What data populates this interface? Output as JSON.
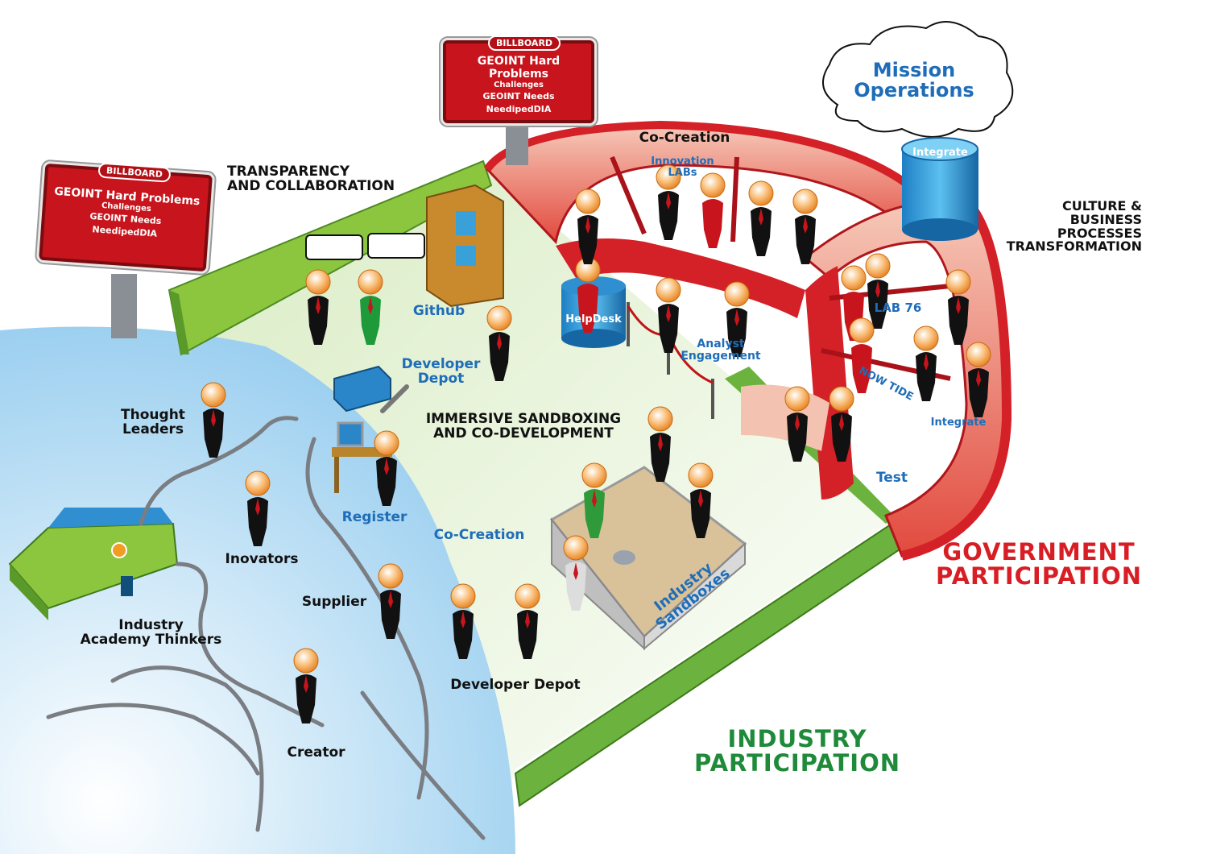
{
  "billboards": [
    {
      "tag": "BILLBOARD",
      "title": "GEOINT Hard Problems",
      "line2": "Challenges",
      "line3": "GEOINT Needs",
      "line4": "NeedipedDIA"
    },
    {
      "tag": "BILLBOARD",
      "title": "GEOINT Hard Problems",
      "line2": "Challenges",
      "line3": "GEOINT Needs",
      "line4": "NeedipedDIA"
    }
  ],
  "labels": {
    "transparency": "TRANSPARENCY\nAND COLLABORATION",
    "github": "Github",
    "developer_depot_top": "Developer\nDepot",
    "thought_leaders": "Thought\nLeaders",
    "inovators": "Inovators",
    "register": "Register",
    "co_creation_floor": "Co-Creation",
    "supplier": "Supplier",
    "industry_academy": "Industry\nAcademy Thinkers",
    "creator": "Creator",
    "developer_depot_bottom": "Developer Depot",
    "immersive": "IMMERSIVE SANDBOXING\nAND CO-DEVELOPMENT",
    "industry_sandboxes": "Industry\nSandboxes",
    "helpdesk": "HelpDesk",
    "analyst_engagement": "Analyst\nEngagement",
    "co_creation_arc": "Co-Creation",
    "innovation_labs": "Innovation\nLABs",
    "mission_operations": "Mission\nOperations",
    "integrate_top": "Integrate",
    "culture": "CULTURE &\nBUSINESS\nPROCESSES\nTRANSFORMATION",
    "lab76": "LAB 76",
    "now_tide": "NOW TIDE",
    "integrate_right": "Integrate",
    "test": "Test",
    "government": "GOVERNMENT\nPARTICIPATION",
    "industry": "INDUSTRY\nPARTICIPATION"
  },
  "colors": {
    "government": "#d81e24",
    "industry": "#1e8a3a",
    "blue_label": "#1f6db8",
    "wall_green": "#6bb33e",
    "arc_red": "#d42027"
  }
}
